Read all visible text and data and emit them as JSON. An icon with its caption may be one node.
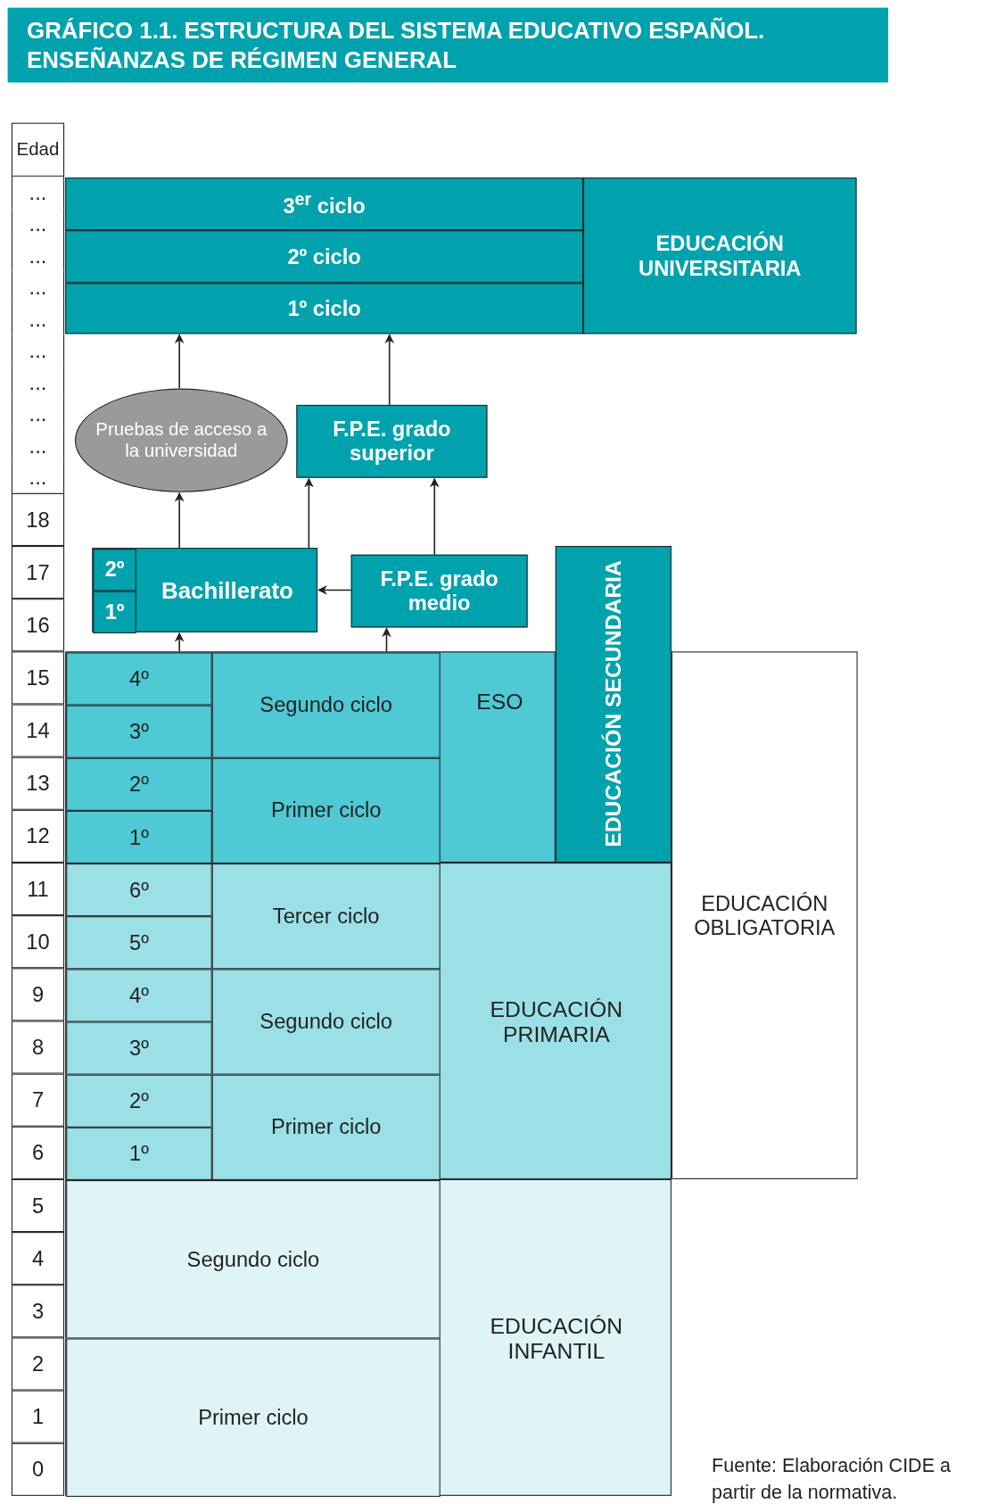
{
  "diagram": {
    "title": "GRÁFICO 1.1. ESTRUCTURA DEL SISTEMA EDUCATIVO ESPAÑOL. ENSEÑANZAS DE RÉGIMEN GENERAL",
    "caption": "Fuente: Elaboración CIDE a partir de la normativa.",
    "nodes": [
      {
        "text": [
          "3$^{er}$ ciclo"
        ]
      },
      {
        "text": [
          "2º ciclo"
        ]
      },
      {
        "text": [
          "1º ciclo"
        ]
      },
      {
        "text": [
          "EDUCACIÓN UNIVERSITARIA"
        ]
      },
      {
        "text": [
          "Pruebas de acceso a la universidad"
        ]
      },
      {
        "text": [
          "F.P.E. grado superior"
        ]
      },
      {
        "text": [
          "Bachillerato"
        ]
      },
      {
        "text": [
          "2º"
        ],
        "in": 6
      },
      {
        "text": [
          "1º"
        ],
        "in": 6
      },
      {
        "text": [
          "F.P.E. grado medio"
        ]
      },
      {
        "text": [
          "EDUCACIÓN SECUNDARIA"
        ]
      },
      {
        "text": [
          "ESO"
        ]
      },
      {
        "text": [
          "4º"
        ],
        "in": 11
      },
      {
        "text": [
          "Segundo ciclo"
        ],
        "in": 11
      },
      {
        "text": [
          "3º"
        ],
        "in": 11
      },
      {
        "text": [
          "2º"
        ],
        "in": 11
      },
      {
        "text": [
          "Primer ciclo"
        ],
        "in": 11
      },
      {
        "text": [
          "1º"
        ],
        "in": 11
      },
      {
        "text": [
          "EDUCACIÓN OBLIGATORIA"
        ]
      },
      {
        "text": [
          "EDUCACIÓN PRIMARIA"
        ]
      },
      {
        "text": [
          "6º"
        ],
        "in": 19
      },
      {
        "text": [
          "Tercer ciclo"
        ],
        "in": 19
      },
      {
        "text": [
          "5º"
        ],
        "in": 19
      },
      {
        "text": [
          "4º"
        ],
        "in": 19
      },
      {
        "text": [
          "Segundo ciclo"
        ],
        "in": 19
      },
      {
        "text": [
          "3º"
        ],
        "in": 19
      },
      {
        "text": [
          "2º"
        ],
        "in": 19
      },
      {
        "text": [
          "Primer ciclo"
        ],
        "in": 19
      },
      {
        "text": [
          "1º"
        ],
        "in": 19
      },
      {
        "text": [
          "EDUCACIÓN INFANTIL"
        ]
      },
      {
        "text": [
          "Segundo ciclo"
        ],
        "in": 29
      },
      {
        "text": [
          "Primer ciclo"
        ],
        "in": 29
      }
    ],
    "edges": [
      {
        "from": 4,
        "to": 2,
        "arrow": "to"
      },
      {
        "from": 5,
        "to": 2,
        "arrow": "to"
      },
      {
        "from": 6,
        "to": 4,
        "arrow": "to"
      },
      {
        "from": 6,
        "to": 5,
        "arrow": "to"
      },
      {
        "from": 9,
        "to": 5,
        "arrow": "to"
      },
      {
        "from": 9,
        "to": 6,
        "arrow": "to"
      },
      {
        "from": 11,
        "to": 6,
        "arrow": "to"
      },
      {
        "from": 11,
        "to": 9,
        "arrow": "to"
      }
    ],
    "labels": [
      "Edad",
      "...",
      "...",
      "...",
      "...",
      "...",
      "...",
      "...",
      "...",
      "...",
      "...",
      "18",
      "17",
      "16",
      "15",
      "14",
      "13",
      "12",
      "11",
      "10",
      "9",
      "8",
      "7",
      "6",
      "5",
      "4",
      "3",
      "2",
      "1",
      "0"
    ]
  }
}
